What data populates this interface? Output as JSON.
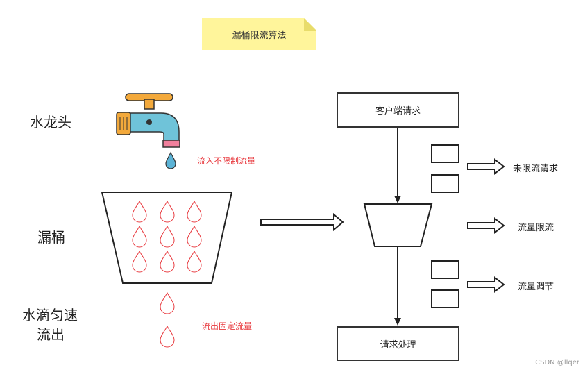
{
  "note": {
    "title": "漏桶限流算法"
  },
  "left_labels": {
    "faucet": "水龙头",
    "bucket": "漏桶",
    "drip_line1": "水滴匀速",
    "drip_line2": "流出"
  },
  "annotations": {
    "inflow": "流入不限制流量",
    "outflow": "流出固定流量"
  },
  "flow": {
    "client_request": "客户端请求",
    "request_handling": "请求处理"
  },
  "side_labels": {
    "unlimited": "未限流请求",
    "limit": "流量限流",
    "adjust": "流量调节"
  },
  "colors": {
    "note_bg": "#fff59b",
    "accent_red": "#e8383d",
    "line": "#333333",
    "faucet_body": "#6fc3d9",
    "faucet_handle": "#f3a93b",
    "droplet_blue": "#5cb3d6"
  },
  "watermark": "CSDN @llqer"
}
